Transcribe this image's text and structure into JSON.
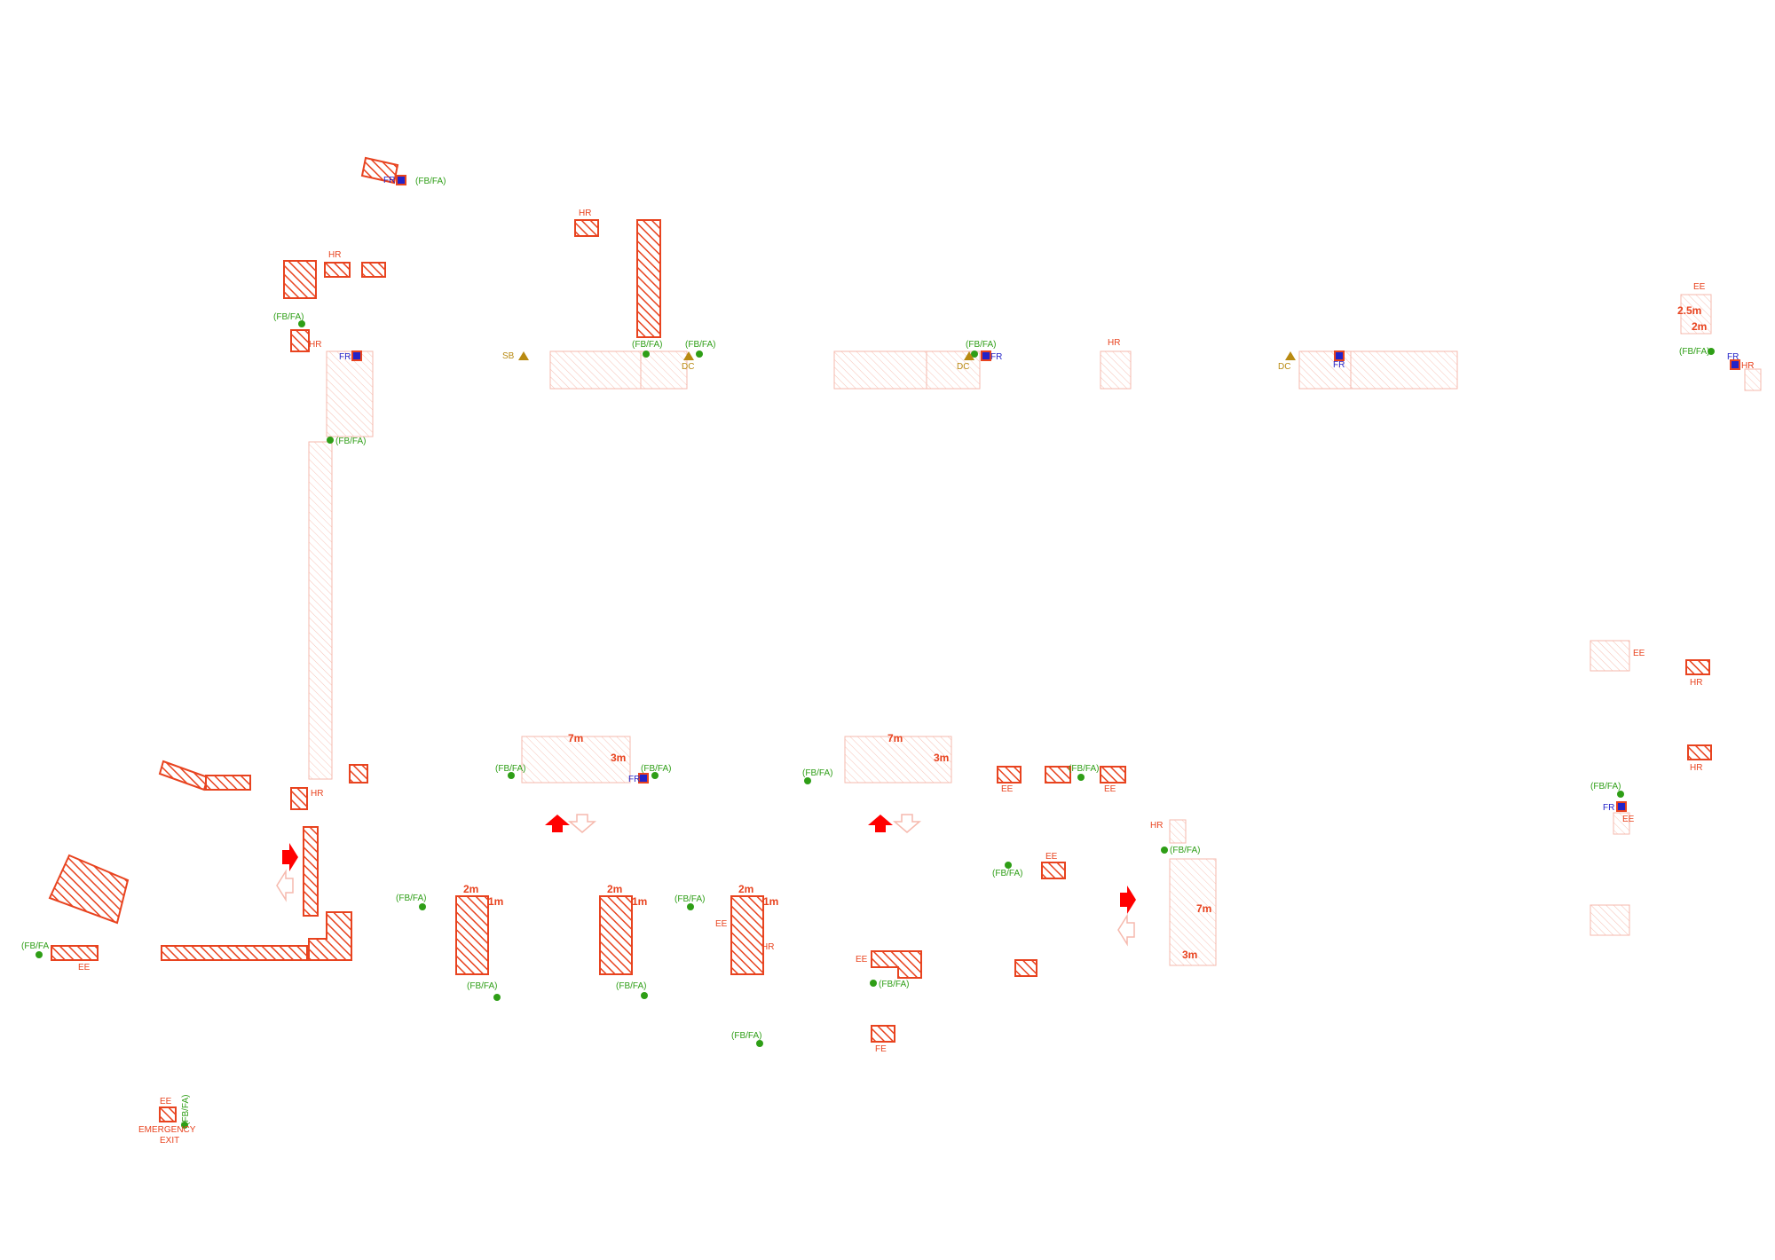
{
  "colors": {
    "hatch_strong": "#e8431f",
    "hatch_faint": "#f6b9ad",
    "green": "#2e9e16",
    "blue": "#2323c8",
    "gold": "#b88a12",
    "red": "#ff0000"
  },
  "labels": {
    "fbfa": "(FB/FA)",
    "fbfa_cut": "(FB/FA",
    "fr": "FR",
    "hr": "HR",
    "ee": "EE",
    "fe": "FE",
    "sb": "SB",
    "dc": "DC",
    "d7m": "7m",
    "d3m": "3m",
    "d2m": "2m",
    "d1m": "1m",
    "d25m": "2.5m",
    "emergency_exit_1": "EMERGENCY",
    "emergency_exit_2": "EXIT"
  }
}
